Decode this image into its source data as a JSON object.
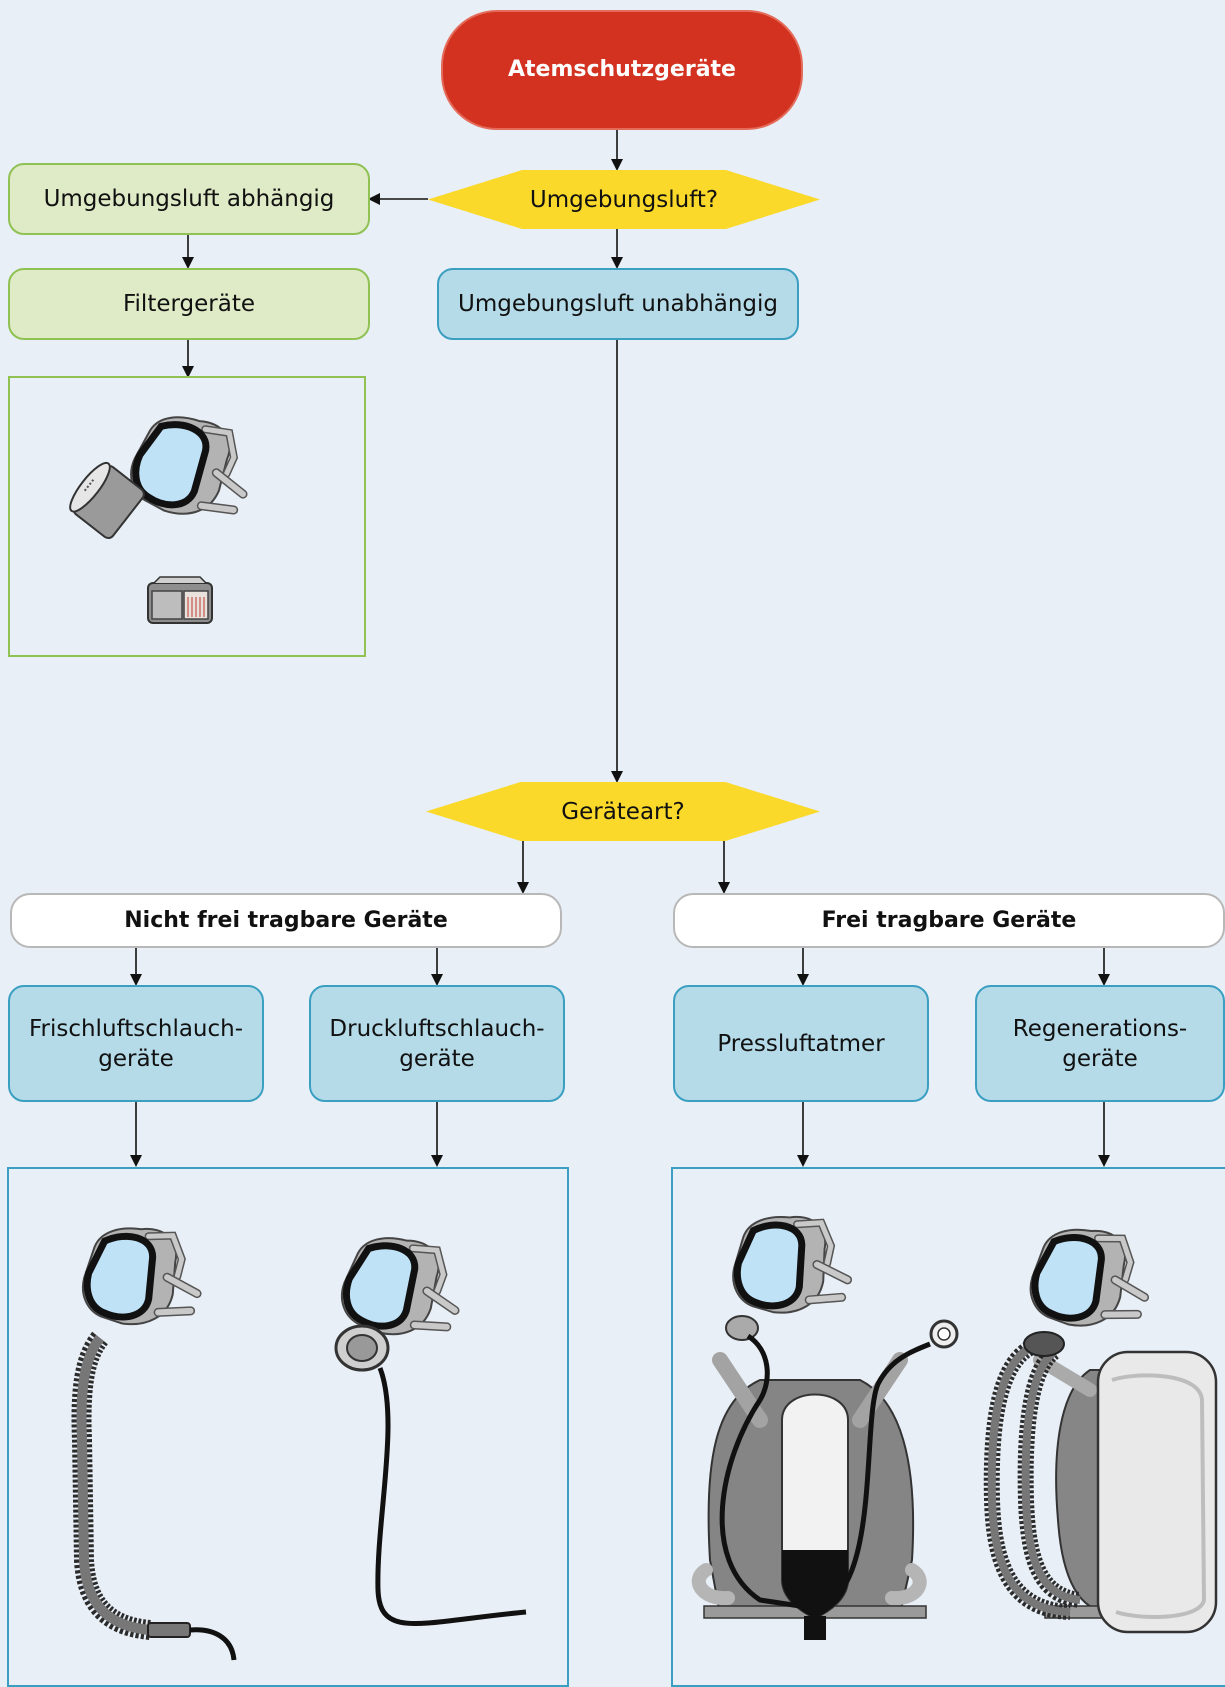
{
  "nodes": {
    "root": "Atemschutzgeräte",
    "q_air": "Umgebungsluft?",
    "dependent": "Umgebungsluft abhängig",
    "filter": "Filtergeräte",
    "independent": "Umgebungsluft unabhängig",
    "q_type": "Geräteart?",
    "not_portable": "Nicht frei tragbare Geräte",
    "portable": "Frei tragbare Geräte",
    "fresh_air": [
      "Frischluftschlauch-",
      "geräte"
    ],
    "compressed_air": [
      "Druckluftschlauch-",
      "geräte"
    ],
    "scba": "Pressluftatmer",
    "regeneration": [
      "Regenerations-",
      "geräte"
    ]
  },
  "illustrations": [
    "filter-mask-icon",
    "filter-cartridge-icon",
    "fresh-air-hose-mask-icon",
    "compressed-air-hose-mask-icon",
    "scba-icon",
    "rebreather-icon"
  ],
  "colors": {
    "start": "#d2321f",
    "decision": "#fad92a",
    "green_fill": "#dfeac6",
    "blue_fill": "#b5dae8",
    "background": "#e8eff6"
  }
}
